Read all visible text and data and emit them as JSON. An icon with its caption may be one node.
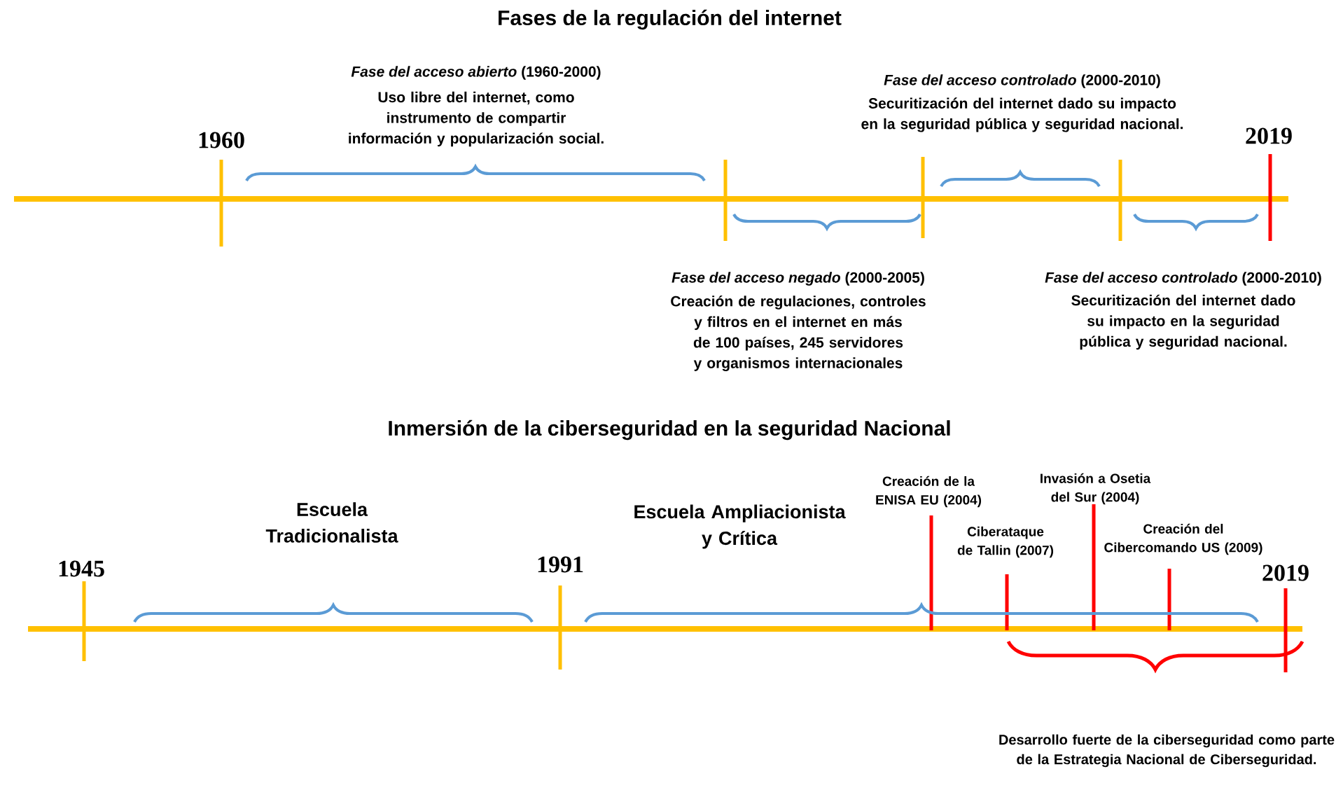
{
  "diagram": {
    "title": "Fases de la regulación del internet",
    "labels": [
      "1960",
      "*Fase del acceso abierto* (1960-2000)",
      "Uso libre del internet, como instrumento de compartir información y popularización social.",
      "*Fase del acceso controlado* (2000-2010)",
      "Securitización del internet dado su impacto en la seguridad pública y seguridad nacional.",
      "2019",
      "*Fase del acceso negado* (2000-2005)",
      "Creación de regulaciones, controles y filtros en el internet en más de 100 países, 245 servidores y organismos internacionales",
      "*Fase del acceso controlado* (2000-2010)",
      "Securitización del internet dado su impacto en la seguridad pública y seguridad nacional.",
      "Inmersión de la ciberseguridad en la seguridad Nacional",
      "Escuela Tradicionalista",
      "Escuela Ampliacionista y Crítica",
      "Creación de la ENISA EU (2004)",
      "Invasión a Osetia del Sur (2004)",
      "1945",
      "1991",
      "Ciberataque de Tallin (2007)",
      "Creación del Cibercomando US (2009)",
      "2019",
      "Desarrollo fuerte de la ciberseguridad como parte de la Estrategia Nacional de Ciberseguridad."
    ]
  }
}
